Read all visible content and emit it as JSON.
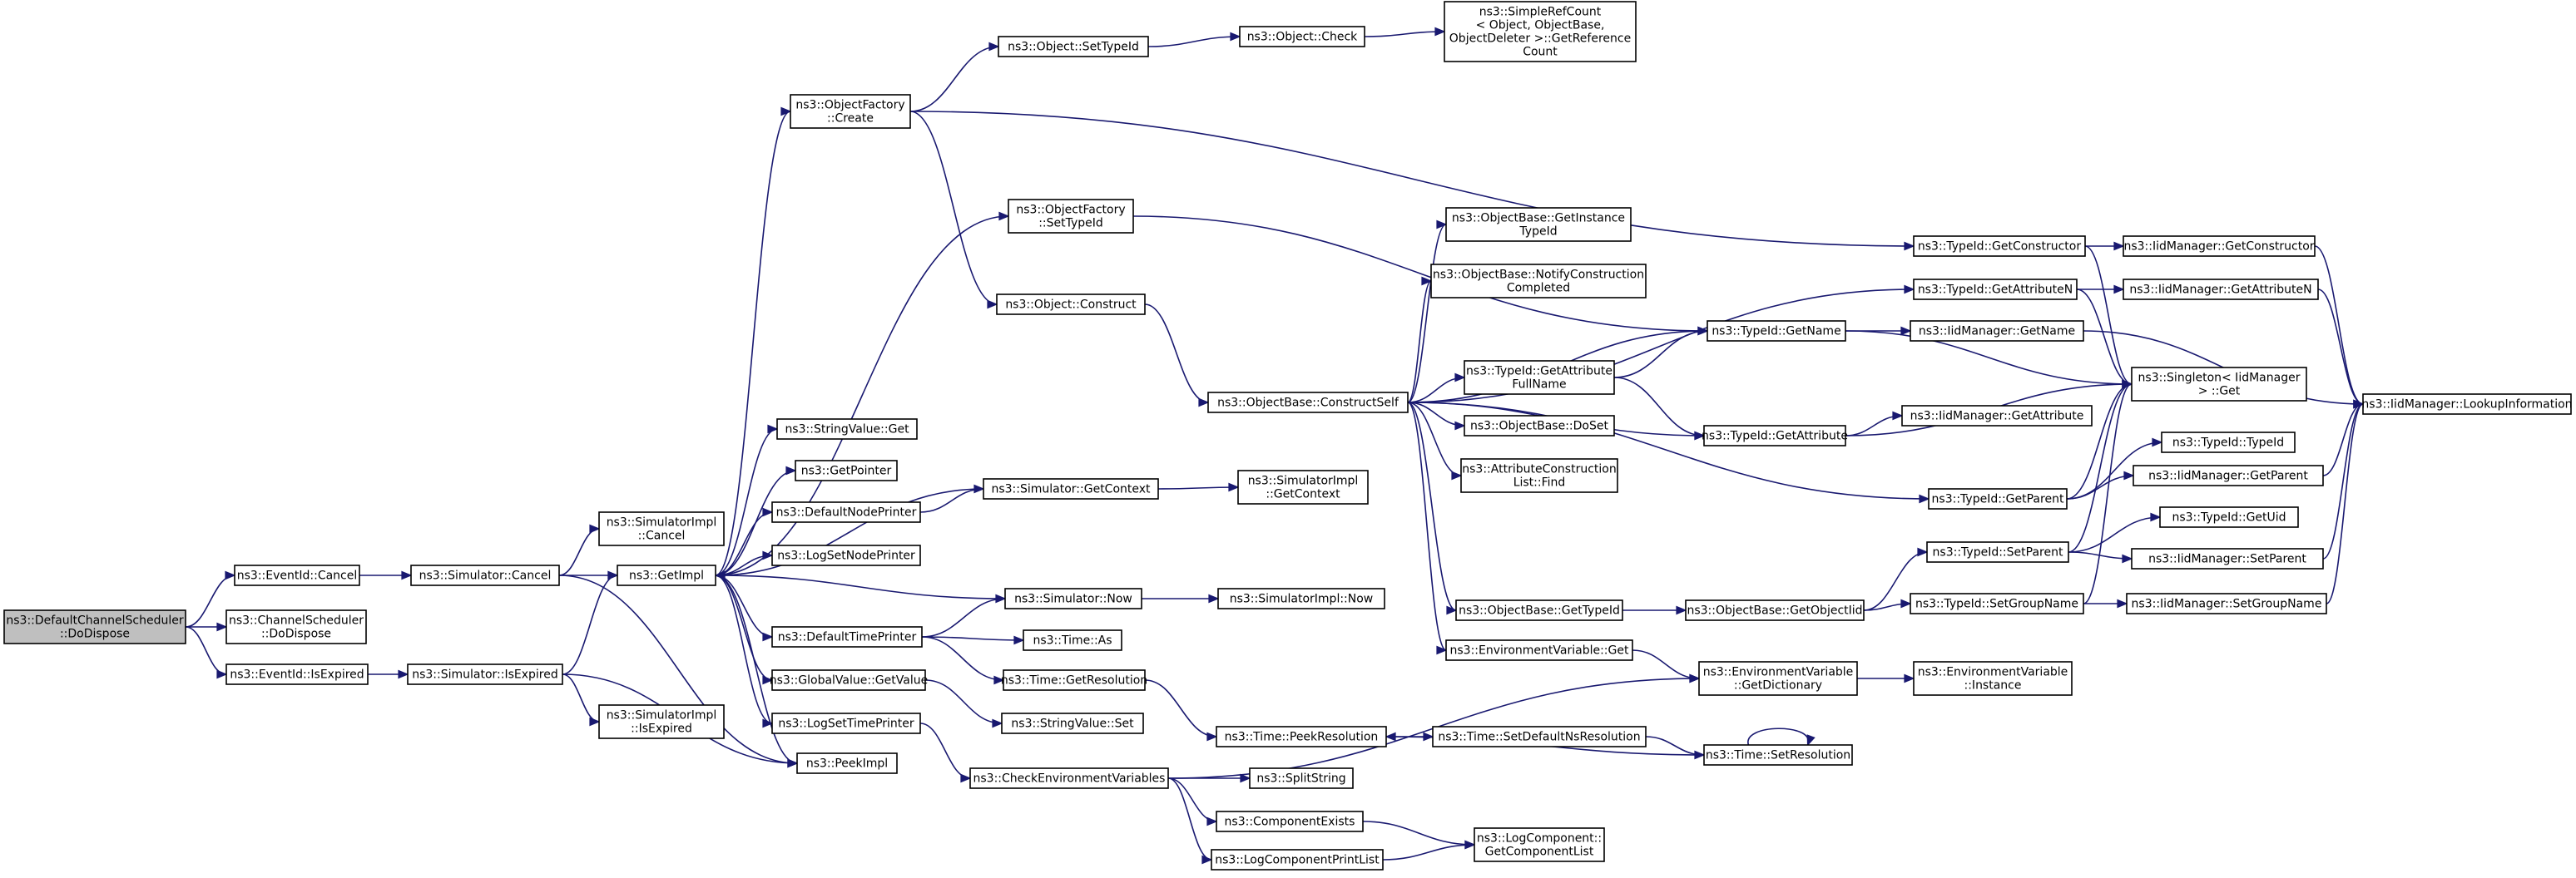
{
  "diagram": {
    "root": "n0",
    "nodes": [
      {
        "id": "n0",
        "lines": [
          "ns3::DefaultChannelScheduler",
          "::DoDispose"
        ],
        "root": true
      },
      {
        "id": "n1",
        "lines": [
          "ns3::EventId::Cancel"
        ]
      },
      {
        "id": "n2",
        "lines": [
          "ns3::ChannelScheduler",
          "::DoDispose"
        ]
      },
      {
        "id": "n3",
        "lines": [
          "ns3::EventId::IsExpired"
        ]
      },
      {
        "id": "n4",
        "lines": [
          "ns3::Simulator::Cancel"
        ]
      },
      {
        "id": "n5",
        "lines": [
          "ns3::Simulator::IsExpired"
        ]
      },
      {
        "id": "n6",
        "lines": [
          "ns3::SimulatorImpl",
          "::Cancel"
        ]
      },
      {
        "id": "n7",
        "lines": [
          "ns3::GetImpl"
        ]
      },
      {
        "id": "n8",
        "lines": [
          "ns3::PeekImpl"
        ]
      },
      {
        "id": "n9",
        "lines": [
          "ns3::SimulatorImpl",
          "::IsExpired"
        ]
      },
      {
        "id": "n10",
        "lines": [
          "ns3::ObjectFactory",
          "::Create"
        ]
      },
      {
        "id": "n11",
        "lines": [
          "ns3::StringValue::Get"
        ]
      },
      {
        "id": "n12",
        "lines": [
          "ns3::GetPointer"
        ]
      },
      {
        "id": "n13",
        "lines": [
          "ns3::DefaultNodePrinter"
        ]
      },
      {
        "id": "n14",
        "lines": [
          "ns3::LogSetNodePrinter"
        ]
      },
      {
        "id": "n15",
        "lines": [
          "ns3::DefaultTimePrinter"
        ]
      },
      {
        "id": "n16",
        "lines": [
          "ns3::GlobalValue::GetValue"
        ]
      },
      {
        "id": "n17",
        "lines": [
          "ns3::LogSetTimePrinter"
        ]
      },
      {
        "id": "n18",
        "lines": [
          "ns3::Object::SetTypeId"
        ]
      },
      {
        "id": "n19",
        "lines": [
          "ns3::ObjectFactory",
          "::SetTypeId"
        ]
      },
      {
        "id": "n20",
        "lines": [
          "ns3::Object::Construct"
        ]
      },
      {
        "id": "n21",
        "lines": [
          "ns3::Simulator::GetContext"
        ]
      },
      {
        "id": "n22",
        "lines": [
          "ns3::Simulator::Now"
        ]
      },
      {
        "id": "n23",
        "lines": [
          "ns3::Time::As"
        ]
      },
      {
        "id": "n24",
        "lines": [
          "ns3::Time::GetResolution"
        ]
      },
      {
        "id": "n25",
        "lines": [
          "ns3::StringValue::Set"
        ]
      },
      {
        "id": "n26",
        "lines": [
          "ns3::CheckEnvironmentVariables"
        ]
      },
      {
        "id": "n27",
        "lines": [
          "ns3::Object::Check"
        ]
      },
      {
        "id": "n28",
        "lines": [
          "ns3::SimpleRefCount",
          "< Object, ObjectBase,",
          "ObjectDeleter >::GetReference",
          "Count"
        ]
      },
      {
        "id": "n29",
        "lines": [
          "ns3::ObjectBase::ConstructSelf"
        ]
      },
      {
        "id": "n30",
        "lines": [
          "ns3::SimulatorImpl",
          "::GetContext"
        ]
      },
      {
        "id": "n31",
        "lines": [
          "ns3::SimulatorImpl::Now"
        ]
      },
      {
        "id": "n32",
        "lines": [
          "ns3::Time::PeekResolution"
        ]
      },
      {
        "id": "n33",
        "lines": [
          "ns3::SplitString"
        ]
      },
      {
        "id": "n34",
        "lines": [
          "ns3::ComponentExists"
        ]
      },
      {
        "id": "n35",
        "lines": [
          "ns3::LogComponentPrintList"
        ]
      },
      {
        "id": "n36",
        "lines": [
          "ns3::ObjectBase::GetInstance",
          "TypeId"
        ]
      },
      {
        "id": "n37",
        "lines": [
          "ns3::ObjectBase::NotifyConstruction",
          "Completed"
        ]
      },
      {
        "id": "n38",
        "lines": [
          "ns3::TypeId::GetAttribute",
          "FullName"
        ]
      },
      {
        "id": "n39",
        "lines": [
          "ns3::ObjectBase::DoSet"
        ]
      },
      {
        "id": "n40",
        "lines": [
          "ns3::AttributeConstruction",
          "List::Find"
        ]
      },
      {
        "id": "n41",
        "lines": [
          "ns3::ObjectBase::GetTypeId"
        ]
      },
      {
        "id": "n42",
        "lines": [
          "ns3::EnvironmentVariable::Get"
        ]
      },
      {
        "id": "n43",
        "lines": [
          "ns3::TypeId::GetName"
        ]
      },
      {
        "id": "n44",
        "lines": [
          "ns3::TypeId::GetAttribute"
        ]
      },
      {
        "id": "n45",
        "lines": [
          "ns3::ObjectBase::GetObjectIid"
        ]
      },
      {
        "id": "n46",
        "lines": [
          "ns3::EnvironmentVariable",
          "::GetDictionary"
        ]
      },
      {
        "id": "n47",
        "lines": [
          "ns3::Time::SetDefaultNsResolution"
        ]
      },
      {
        "id": "n48",
        "lines": [
          "ns3::Time::SetResolution"
        ]
      },
      {
        "id": "n49",
        "lines": [
          "ns3::LogComponent::",
          "GetComponentList"
        ]
      },
      {
        "id": "n50",
        "lines": [
          "ns3::TypeId::GetConstructor"
        ]
      },
      {
        "id": "n51",
        "lines": [
          "ns3::TypeId::GetAttributeN"
        ]
      },
      {
        "id": "n52",
        "lines": [
          "ns3::TypeId::GetParent"
        ]
      },
      {
        "id": "n53",
        "lines": [
          "ns3::TypeId::SetParent"
        ]
      },
      {
        "id": "n54",
        "lines": [
          "ns3::TypeId::SetGroupName"
        ]
      },
      {
        "id": "n55",
        "lines": [
          "ns3::IidManager::GetName"
        ]
      },
      {
        "id": "n56",
        "lines": [
          "ns3::IidManager::GetAttribute"
        ]
      },
      {
        "id": "n57",
        "lines": [
          "ns3::EnvironmentVariable",
          "::Instance"
        ]
      },
      {
        "id": "n58",
        "lines": [
          "ns3::IidManager::GetConstructor"
        ]
      },
      {
        "id": "n59",
        "lines": [
          "ns3::IidManager::GetAttributeN"
        ]
      },
      {
        "id": "n60",
        "lines": [
          "ns3::Singleton< IidManager",
          "> ::Get"
        ]
      },
      {
        "id": "n61",
        "lines": [
          "ns3::TypeId::TypeId"
        ]
      },
      {
        "id": "n62",
        "lines": [
          "ns3::IidManager::GetParent"
        ]
      },
      {
        "id": "n63",
        "lines": [
          "ns3::TypeId::GetUid"
        ]
      },
      {
        "id": "n64",
        "lines": [
          "ns3::IidManager::SetParent"
        ]
      },
      {
        "id": "n65",
        "lines": [
          "ns3::IidManager::SetGroupName"
        ]
      },
      {
        "id": "n66",
        "lines": [
          "ns3::IidManager::LookupInformation"
        ]
      }
    ],
    "edges": [
      [
        "n0",
        "n1"
      ],
      [
        "n0",
        "n2"
      ],
      [
        "n0",
        "n3"
      ],
      [
        "n1",
        "n4"
      ],
      [
        "n3",
        "n5"
      ],
      [
        "n4",
        "n6"
      ],
      [
        "n4",
        "n7"
      ],
      [
        "n4",
        "n8"
      ],
      [
        "n5",
        "n7"
      ],
      [
        "n5",
        "n8"
      ],
      [
        "n5",
        "n9"
      ],
      [
        "n7",
        "n10"
      ],
      [
        "n7",
        "n11"
      ],
      [
        "n7",
        "n12"
      ],
      [
        "n7",
        "n13"
      ],
      [
        "n7",
        "n14"
      ],
      [
        "n7",
        "n15"
      ],
      [
        "n7",
        "n16"
      ],
      [
        "n7",
        "n17"
      ],
      [
        "n7",
        "n8"
      ],
      [
        "n7",
        "n19"
      ],
      [
        "n10",
        "n18"
      ],
      [
        "n10",
        "n20"
      ],
      [
        "n10",
        "n50"
      ],
      [
        "n18",
        "n27"
      ],
      [
        "n27",
        "n28"
      ],
      [
        "n19",
        "n43"
      ],
      [
        "n20",
        "n29"
      ],
      [
        "n13",
        "n21"
      ],
      [
        "n21",
        "n7"
      ],
      [
        "n21",
        "n30"
      ],
      [
        "n22",
        "n7"
      ],
      [
        "n22",
        "n31"
      ],
      [
        "n15",
        "n22"
      ],
      [
        "n15",
        "n23"
      ],
      [
        "n15",
        "n24"
      ],
      [
        "n16",
        "n25"
      ],
      [
        "n17",
        "n26"
      ],
      [
        "n24",
        "n32"
      ],
      [
        "n26",
        "n33"
      ],
      [
        "n26",
        "n34"
      ],
      [
        "n26",
        "n35"
      ],
      [
        "n26",
        "n46"
      ],
      [
        "n34",
        "n49"
      ],
      [
        "n35",
        "n49"
      ],
      [
        "n29",
        "n36"
      ],
      [
        "n29",
        "n37"
      ],
      [
        "n29",
        "n38"
      ],
      [
        "n29",
        "n39"
      ],
      [
        "n29",
        "n40"
      ],
      [
        "n29",
        "n41"
      ],
      [
        "n29",
        "n42"
      ],
      [
        "n29",
        "n43"
      ],
      [
        "n29",
        "n44"
      ],
      [
        "n29",
        "n51"
      ],
      [
        "n29",
        "n52"
      ],
      [
        "n38",
        "n43"
      ],
      [
        "n38",
        "n44"
      ],
      [
        "n41",
        "n45"
      ],
      [
        "n45",
        "n53"
      ],
      [
        "n45",
        "n54"
      ],
      [
        "n42",
        "n46"
      ],
      [
        "n46",
        "n57"
      ],
      [
        "n32",
        "n47"
      ],
      [
        "n47",
        "n48"
      ],
      [
        "n48",
        "n32"
      ],
      [
        "n48",
        "n48"
      ],
      [
        "n43",
        "n55"
      ],
      [
        "n43",
        "n60"
      ],
      [
        "n44",
        "n56"
      ],
      [
        "n44",
        "n60"
      ],
      [
        "n50",
        "n58"
      ],
      [
        "n50",
        "n60"
      ],
      [
        "n51",
        "n59"
      ],
      [
        "n51",
        "n60"
      ],
      [
        "n52",
        "n60"
      ],
      [
        "n52",
        "n61"
      ],
      [
        "n52",
        "n62"
      ],
      [
        "n53",
        "n60"
      ],
      [
        "n53",
        "n63"
      ],
      [
        "n53",
        "n64"
      ],
      [
        "n54",
        "n60"
      ],
      [
        "n54",
        "n65"
      ],
      [
        "n55",
        "n66"
      ],
      [
        "n58",
        "n66"
      ],
      [
        "n59",
        "n66"
      ],
      [
        "n62",
        "n66"
      ],
      [
        "n64",
        "n66"
      ],
      [
        "n65",
        "n66"
      ]
    ]
  }
}
